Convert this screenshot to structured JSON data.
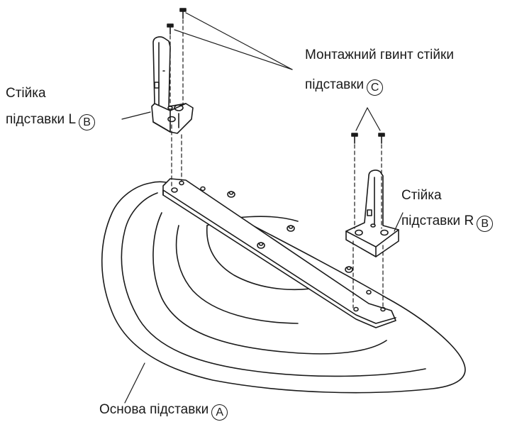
{
  "labels": {
    "screw": {
      "line1": "Монтажний гвинт стійки",
      "line2": "підставки",
      "mark": "C"
    },
    "post_left": {
      "line1": "Стійка",
      "line2": "підставки L",
      "mark": "B"
    },
    "post_right": {
      "line1": "Стійка",
      "line2": "підставки R",
      "mark": "B"
    },
    "base": {
      "text": "Основа підставки",
      "mark": "A"
    }
  }
}
